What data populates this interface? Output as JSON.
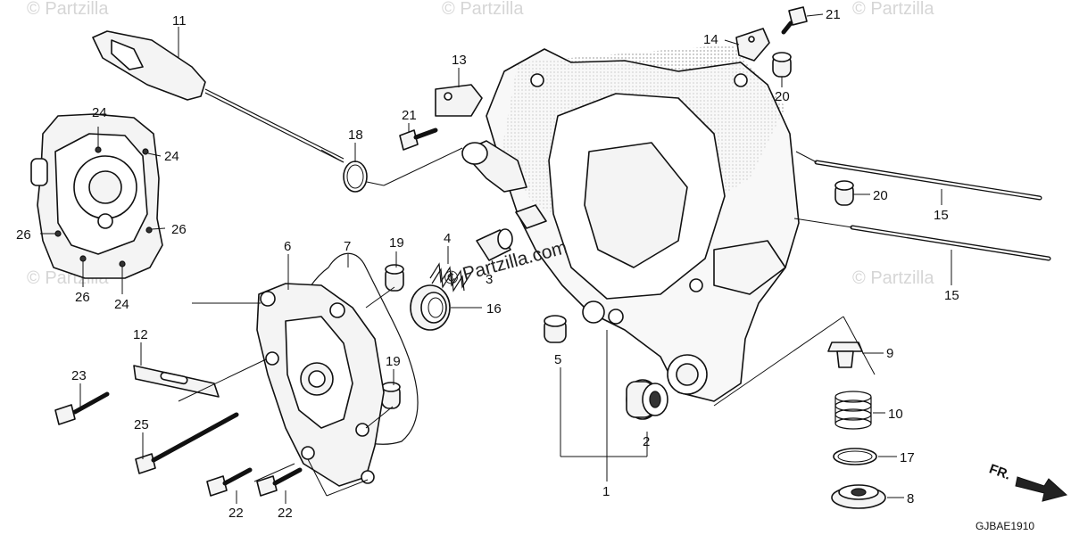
{
  "diagram": {
    "code": "GJBAE1910",
    "direction_label": "FR.",
    "watermark": {
      "brand": "Partzilla",
      "brand_full": "Partzilla.com",
      "symbol": "©"
    },
    "callouts": {
      "c1": "1",
      "c2": "2",
      "c3": "3",
      "c4": "4",
      "c5": "5",
      "c6": "6",
      "c7": "7",
      "c8": "8",
      "c9": "9",
      "c10": "10",
      "c11": "11",
      "c12": "12",
      "c13": "13",
      "c14": "14",
      "c15a": "15",
      "c15b": "15",
      "c16": "16",
      "c17": "17",
      "c18": "18",
      "c19a": "19",
      "c19b": "19",
      "c20a": "20",
      "c20b": "20",
      "c21a": "21",
      "c21b": "21",
      "c22a": "22",
      "c22b": "22",
      "c23": "23",
      "c24a": "24",
      "c24b": "24",
      "c24c": "24",
      "c25": "25",
      "c26a": "26",
      "c26b": "26",
      "c26c": "26"
    }
  }
}
